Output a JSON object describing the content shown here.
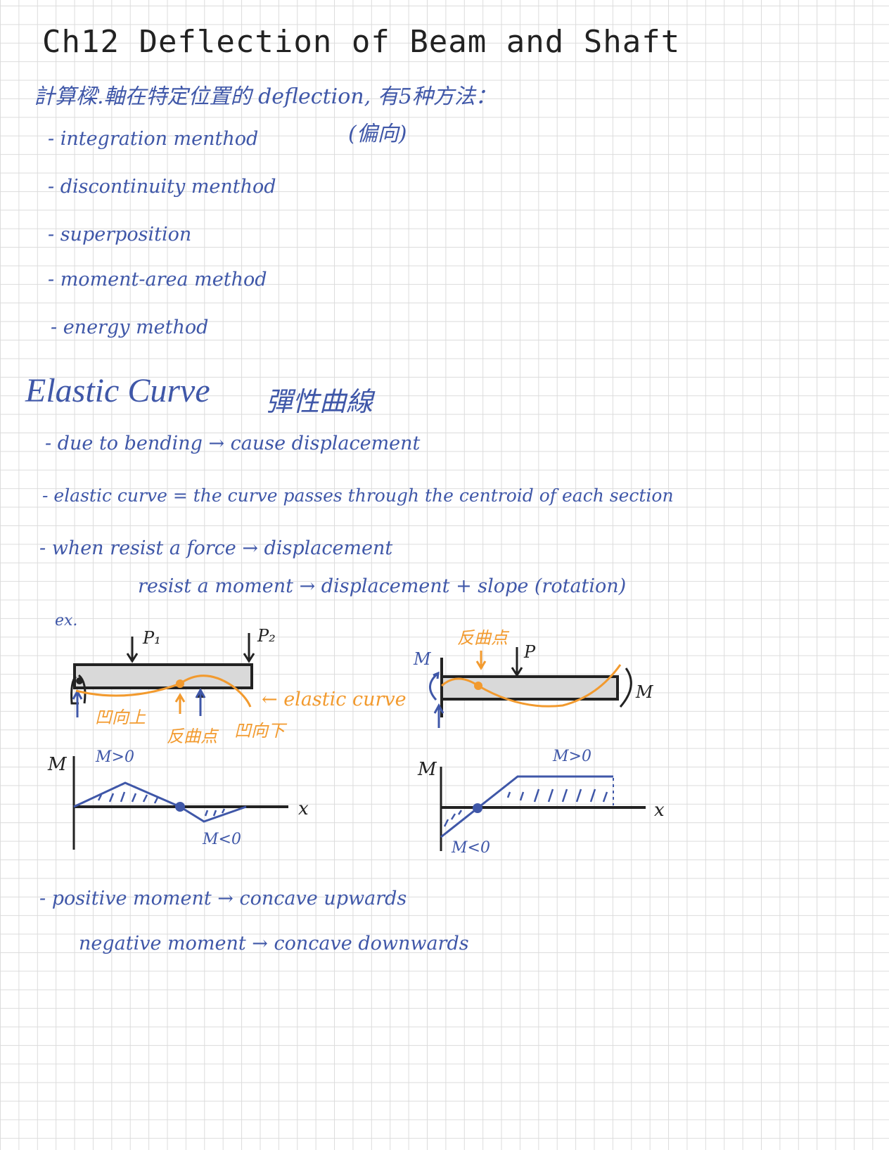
{
  "title": "Ch12 Deflection of Beam and Shaft",
  "intro": {
    "line": "計算樑.軸在特定位置的 deflection, 有5种方法：",
    "note": "(偏向)"
  },
  "methods": [
    "- integration menthod",
    "- discontinuity menthod",
    "- superposition",
    "- moment-area method",
    "- energy method"
  ],
  "elastic": {
    "heading": "Elastic Curve",
    "heading_cn": "彈性曲線",
    "bullets": [
      "- due to bending → cause displacement",
      "- elastic curve = the curve passes through the centroid of each section",
      "- when  resist a force → displacement",
      "resist a moment → displacement + slope (rotation)"
    ]
  },
  "example": {
    "label": "ex.",
    "left": {
      "p1": "P₁",
      "p2": "P₂",
      "concave_up": "凹向上",
      "inflection": "反曲点",
      "concave_down": "凹向下",
      "curve_label": "← elastic curve"
    },
    "right": {
      "inflection": "反曲点",
      "p": "P",
      "m_left": "M",
      "m_right": "M"
    },
    "left_plot": {
      "y": "M",
      "x": "x",
      "pos": "M>0",
      "neg": "M<0"
    },
    "right_plot": {
      "y": "M",
      "x": "x",
      "pos": "M>0",
      "neg": "M<0"
    }
  },
  "conclusion": [
    "- positive moment → concave upwards",
    "negative moment → concave downwards"
  ],
  "colors": {
    "ink": "#3f57a8",
    "orange": "#f29a2e",
    "beam": "#d9d9d9"
  }
}
